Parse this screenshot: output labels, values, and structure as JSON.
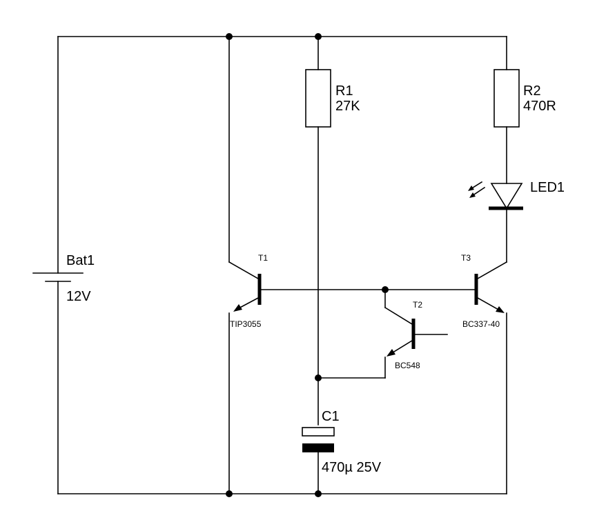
{
  "battery": {
    "name": "Bat1",
    "value": "12V"
  },
  "r1": {
    "name": "R1",
    "value": "27K"
  },
  "r2": {
    "name": "R2",
    "value": "470R"
  },
  "led": {
    "name": "LED1"
  },
  "t1": {
    "name": "T1",
    "part": "TIP3055"
  },
  "t2": {
    "name": "T2",
    "part": "BC548"
  },
  "t3": {
    "name": "T3",
    "part": "BC337-40"
  },
  "c1": {
    "name": "C1",
    "value": "470µ 25V"
  }
}
